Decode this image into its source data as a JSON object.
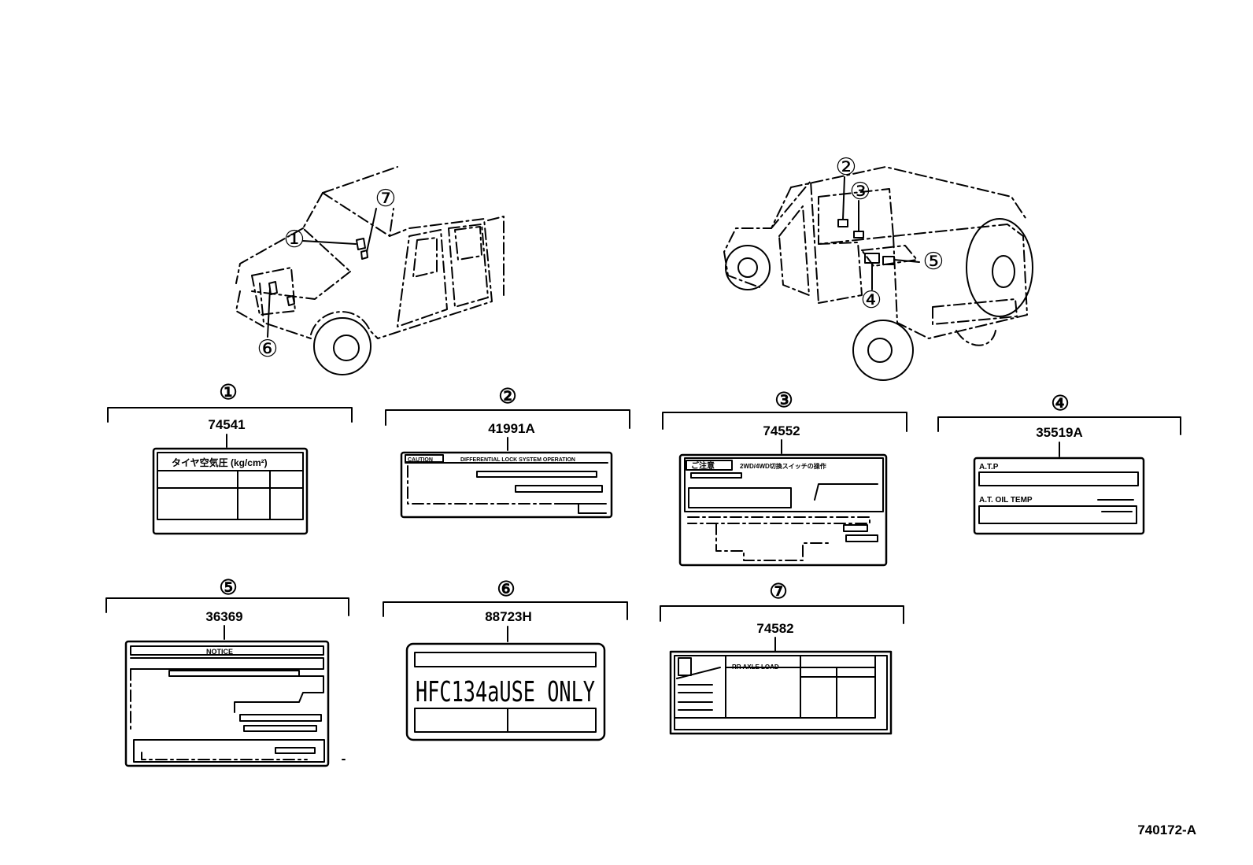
{
  "callout_numbers": [
    "①",
    "②",
    "③",
    "④",
    "⑤",
    "⑥",
    "⑦"
  ],
  "labels": [
    {
      "index": "①",
      "part_no": "74541",
      "text_top": "タイヤ空気圧 (kg/cm²)"
    },
    {
      "index": "②",
      "part_no": "41991A",
      "text_top": "CAUTION",
      "text_top2": "DIFFERENTIAL LOCK SYSTEM OPERATION"
    },
    {
      "index": "③",
      "part_no": "74552",
      "text_top": "ご注意",
      "text_top2": "2WD/4WD切換スイッチの操作"
    },
    {
      "index": "④",
      "part_no": "35519A",
      "text_top": "A.T.P",
      "text_mid": "A.T. OIL TEMP"
    },
    {
      "index": "⑤",
      "part_no": "36369",
      "text_top": "NOTICE"
    },
    {
      "index": "⑥",
      "part_no": "88723H",
      "text_main": "HFC134aUSE ONLY"
    },
    {
      "index": "⑦",
      "part_no": "74582",
      "text_top": "RR AXLE LOAD"
    }
  ],
  "figure_id": "740172-A",
  "colors": {
    "ink": "#000000",
    "paper": "#ffffff"
  }
}
